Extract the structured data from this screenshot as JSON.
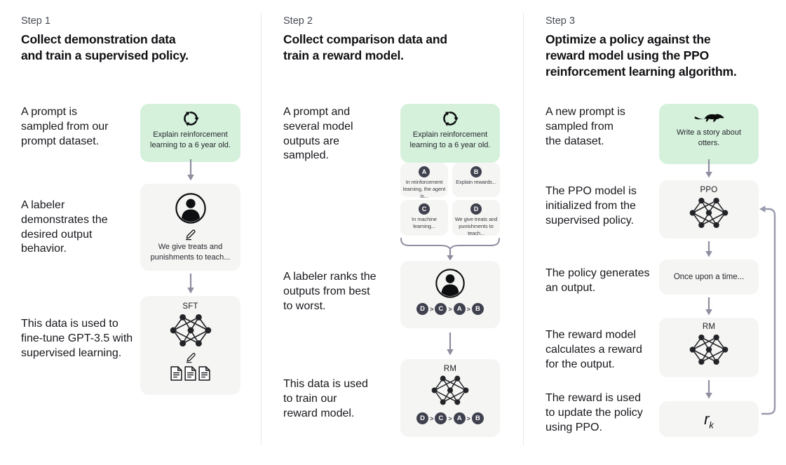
{
  "ui": {
    "gt": ">"
  },
  "palette": {
    "prompt_card_bg": "#d5f1dc",
    "card_bg": "#f5f5f3",
    "badge_bg": "#40414f",
    "arrow": "#8e8ea0",
    "loop_arrow": "#9a9aae",
    "divider": "#e8e8e8",
    "heading_text": "#0f1013",
    "step_text": "#494c54"
  },
  "icons": {
    "prompt_sampling": "cycle-icon",
    "labeler": "person-icon",
    "demonstration": "pencil-icon",
    "model": "neural-network-icon",
    "data": "documents-icon",
    "otter_prompt": "otter-icon",
    "merge": "brace-icon",
    "flow": "arrow-down-icon",
    "feedback": "loop-arrow-icon"
  },
  "columns": [
    {
      "step_label": "Step 1",
      "title": "Collect demonstration data and train a supervised policy.",
      "annotations": [
        "A prompt is sampled from our prompt dataset.",
        "A labeler demonstrates the desired output behavior.",
        "This data is used to fine-tune GPT-3.5 with supervised learning."
      ],
      "prompt_text": "Explain reinforcement learning to a 6 year old.",
      "labeler_text": "We give treats and punishments to teach...",
      "model_label": "SFT"
    },
    {
      "step_label": "Step 2",
      "title": "Collect comparison data and train a reward model.",
      "annotations": [
        "A prompt and several model outputs are sampled.",
        "A labeler ranks the outputs from best to worst.",
        "This data is used to train our reward model."
      ],
      "prompt_text": "Explain reinforcement learning to a 6 year old.",
      "outputs": [
        {
          "label": "A",
          "text": "In reinforcement learning, the agent is..."
        },
        {
          "label": "B",
          "text": "Explain rewards..."
        },
        {
          "label": "C",
          "text": "In machine learning..."
        },
        {
          "label": "D",
          "text": "We give treats and punishments to teach..."
        }
      ],
      "ranking": [
        "D",
        "C",
        "A",
        "B"
      ],
      "model_label": "RM"
    },
    {
      "step_label": "Step 3",
      "title": "Optimize a policy against the reward model using the PPO reinforcement learning algorithm.",
      "annotations": [
        "A new prompt is sampled from the dataset.",
        "The PPO model is initialized from the supervised policy.",
        "The policy generates an output.",
        "The reward model calculates a reward for the output.",
        "The reward is used to update the policy using PPO."
      ],
      "prompt_text": "Write a story about otters.",
      "ppo_label": "PPO",
      "output_text": "Once upon a time...",
      "rm_label": "RM",
      "reward": {
        "base": "r",
        "sub": "k"
      }
    }
  ]
}
